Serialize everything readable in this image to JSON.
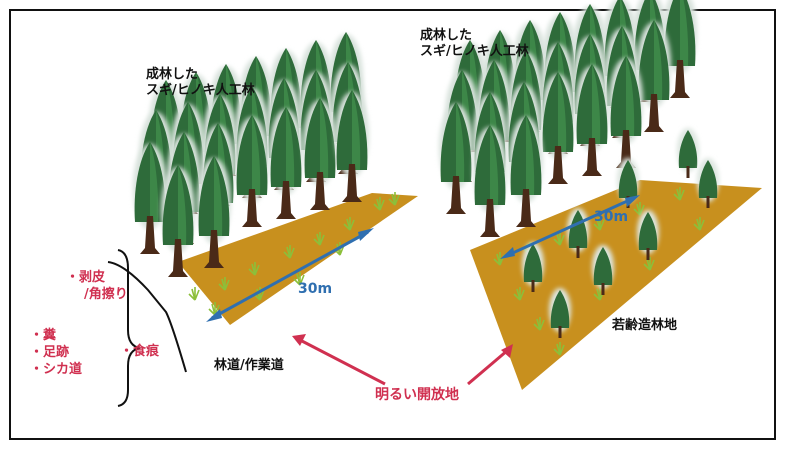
{
  "left_scene": {
    "title_line1": "成林した",
    "title_line2": "スギ/ヒノキ人工林",
    "distance": "30m",
    "road_label": "林道/作業道"
  },
  "right_scene": {
    "title_line1": "成林した",
    "title_line2": "スギ/ヒノキ人工林",
    "distance": "30m",
    "young_forest_label": "若齢造林地"
  },
  "signs": {
    "bark_peel_line1": "・剥皮",
    "bark_peel_line2": "/角擦り",
    "feeding_marks": "・食痕",
    "dung": "・糞",
    "footprints": "・足跡",
    "deer_trail": "・シカ道"
  },
  "open_area_label": "明るい開放地",
  "colors": {
    "ground": "#c8901e",
    "tree_dark": "#2e6b3a",
    "tree_mid": "#3d8748",
    "trunk": "#4a2a18",
    "arrow_blue": "#2f6fb0",
    "accent_red": "#d03050"
  }
}
